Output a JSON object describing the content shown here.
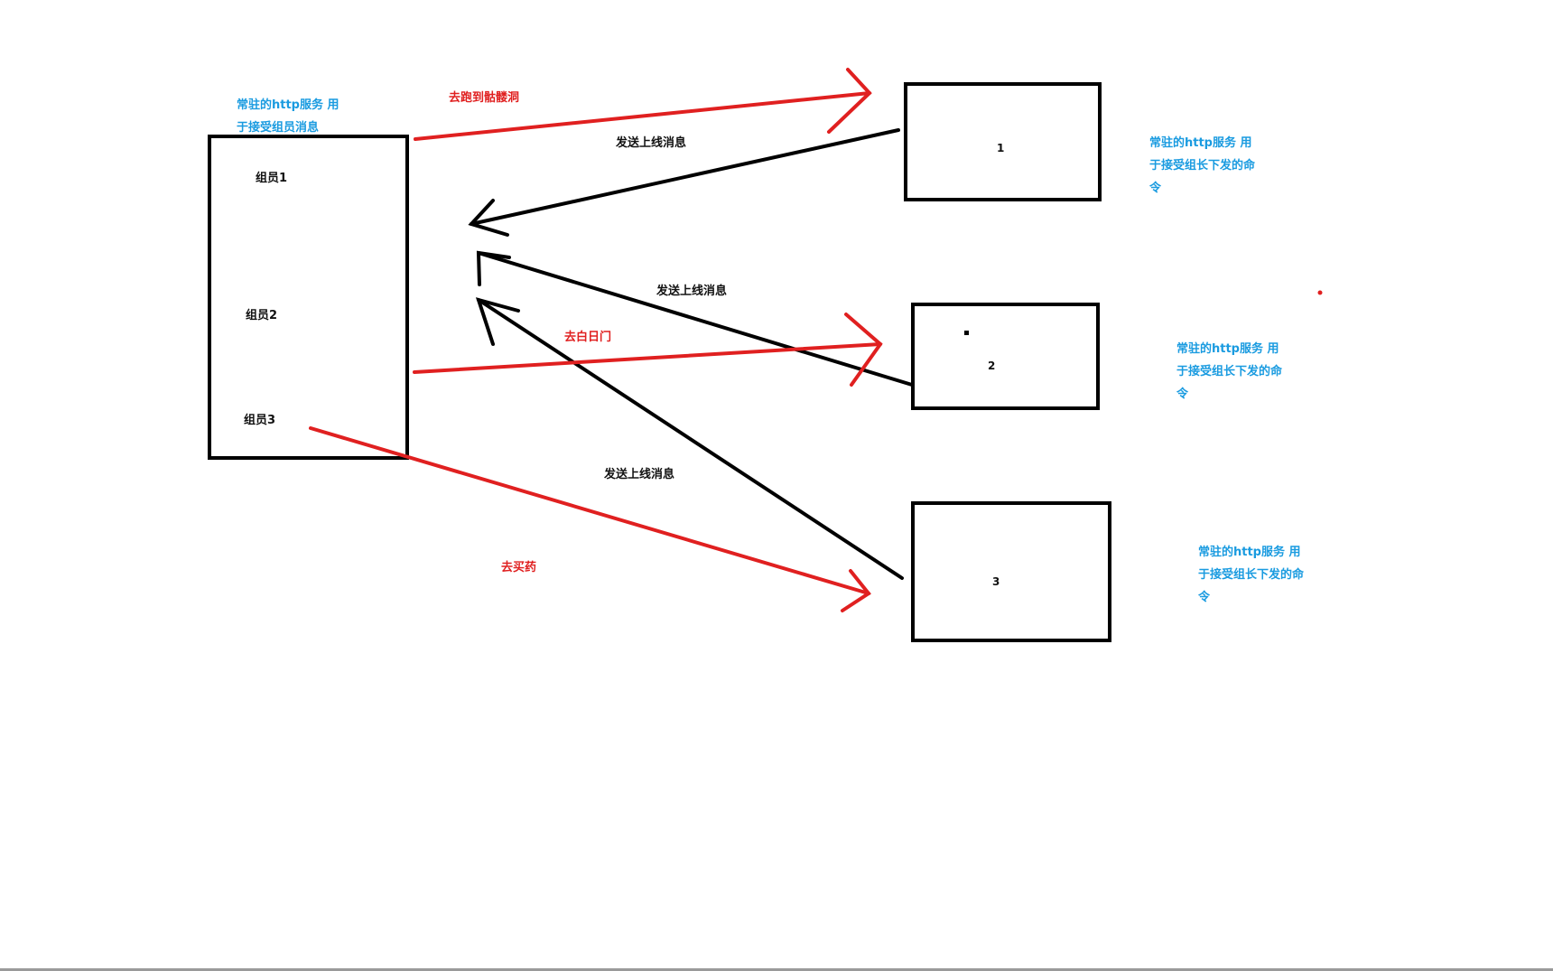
{
  "colors": {
    "command": "#e02020",
    "online": "#111111",
    "note": "#1a9be0",
    "box": "#000000"
  },
  "leader": {
    "note": [
      "常驻的http服务 用",
      "于接受组员消息"
    ],
    "members": [
      "组员1",
      "组员2",
      "组员3"
    ]
  },
  "workers": [
    {
      "id": "1",
      "note": [
        "常驻的http服务 用",
        "于接受组长下发的命",
        "令"
      ]
    },
    {
      "id": "2",
      "note": [
        "常驻的http服务 用",
        "于接受组长下发的命",
        "令"
      ]
    },
    {
      "id": "3",
      "note": [
        "常驻的http服务 用",
        "于接受组长下发的命",
        "令"
      ]
    }
  ],
  "arrows": {
    "commands": [
      {
        "from": "leader",
        "to": "worker-1",
        "label": "去跑到骷髅洞"
      },
      {
        "from": "leader",
        "to": "worker-2",
        "label": "去白日门"
      },
      {
        "from": "组员3",
        "to": "worker-3",
        "label": "去买药"
      }
    ],
    "online": [
      {
        "from": "worker-1",
        "to": "leader",
        "label": "发送上线消息"
      },
      {
        "from": "worker-2",
        "to": "leader",
        "label": "发送上线消息"
      },
      {
        "from": "worker-3",
        "to": "leader",
        "label": "发送上线消息"
      }
    ]
  }
}
